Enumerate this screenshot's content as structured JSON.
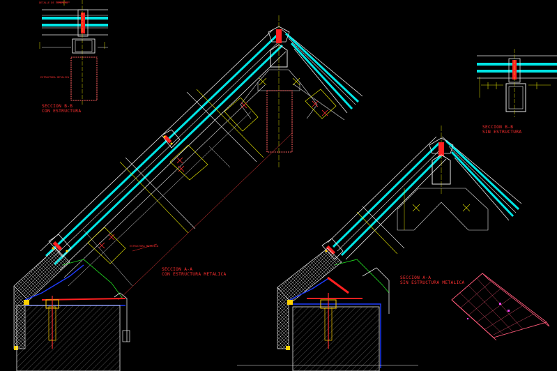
{
  "labels": {
    "top_left_heading": "SECCION B-B",
    "top_left_sub": "CON ESTRUCTURA",
    "top_left_note": "ESTRUCTURA METALICA",
    "top_right_heading": "SECCION B-B",
    "top_right_sub": "SIN ESTRUCTURA",
    "main_left_heading": "SECCION A-A",
    "main_left_sub": "CON ESTRUCTURA METALICA",
    "main_left_note": "ESTRUCTURA METALICA",
    "main_right_heading": "SECCION A-A",
    "main_right_sub": "SIN ESTRUCTURA METALICA",
    "top_title": "DETALLE DE CUMBRERA"
  },
  "colors": {
    "background": "#000000",
    "glass": "#00e5e5",
    "outline": "#e8e8e8",
    "text": "#ff3030",
    "profile": "#1e3cff",
    "axis": "#e0e000",
    "mullion": "#ff2020",
    "hatch": "#9a9a9a",
    "green": "#20d020"
  }
}
